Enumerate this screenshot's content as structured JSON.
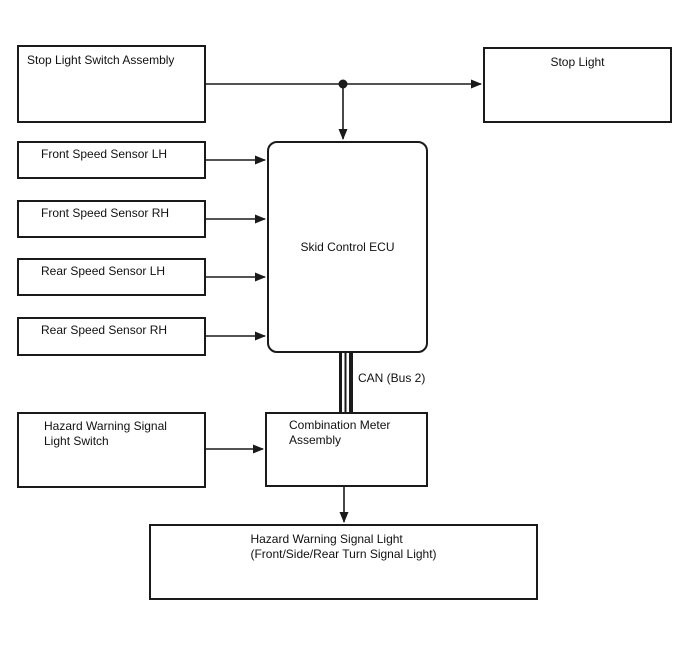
{
  "diagram": {
    "background_color": "#ffffff",
    "line_color": "#1a1a1a",
    "text_color": "#111111",
    "nodes": {
      "stop_light_switch_assembly": {
        "label": "Stop Light Switch Assembly"
      },
      "stop_light": {
        "label": "Stop Light"
      },
      "front_speed_sensor_lh": {
        "label": "Front Speed Sensor LH"
      },
      "front_speed_sensor_rh": {
        "label": "Front Speed Sensor RH"
      },
      "rear_speed_sensor_lh": {
        "label": "Rear Speed Sensor LH"
      },
      "rear_speed_sensor_rh": {
        "label": "Rear Speed Sensor RH"
      },
      "skid_control_ecu": {
        "label": "Skid Control ECU"
      },
      "combination_meter_assembly": {
        "line1": "Combination Meter",
        "line2": "Assembly"
      },
      "hazard_warning_signal_light_switch": {
        "line1": "Hazard Warning Signal",
        "line2": "Light Switch"
      },
      "hazard_warning_signal_light": {
        "line1": "Hazard Warning Signal Light",
        "line2": "(Front/Side/Rear Turn Signal Light)"
      }
    },
    "edge_labels": {
      "can_bus": "CAN (Bus 2)"
    }
  }
}
